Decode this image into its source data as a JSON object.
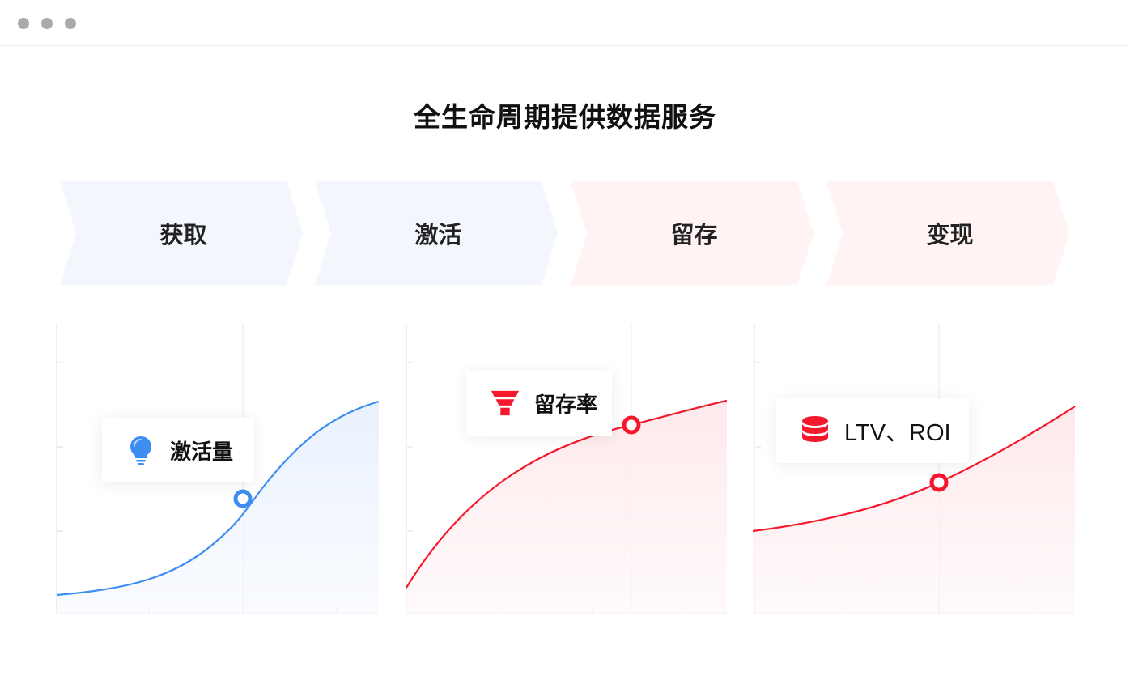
{
  "headline": "全生命周期提供数据服务",
  "stages": [
    {
      "label": "获取"
    },
    {
      "label": "激活"
    },
    {
      "label": "留存"
    },
    {
      "label": "变现"
    }
  ],
  "panels": [
    {
      "callout": "激活量",
      "icon": "lightbulb-icon"
    },
    {
      "callout": "留存率",
      "icon": "funnel-icon"
    },
    {
      "callout": "LTV、ROI",
      "icon": "database-icon"
    }
  ],
  "colors": {
    "blue": "#3d8ef0",
    "red": "#f5182d",
    "stage_blue_bg": "#f3f7fd",
    "stage_red_bg": "#fff3f4"
  }
}
